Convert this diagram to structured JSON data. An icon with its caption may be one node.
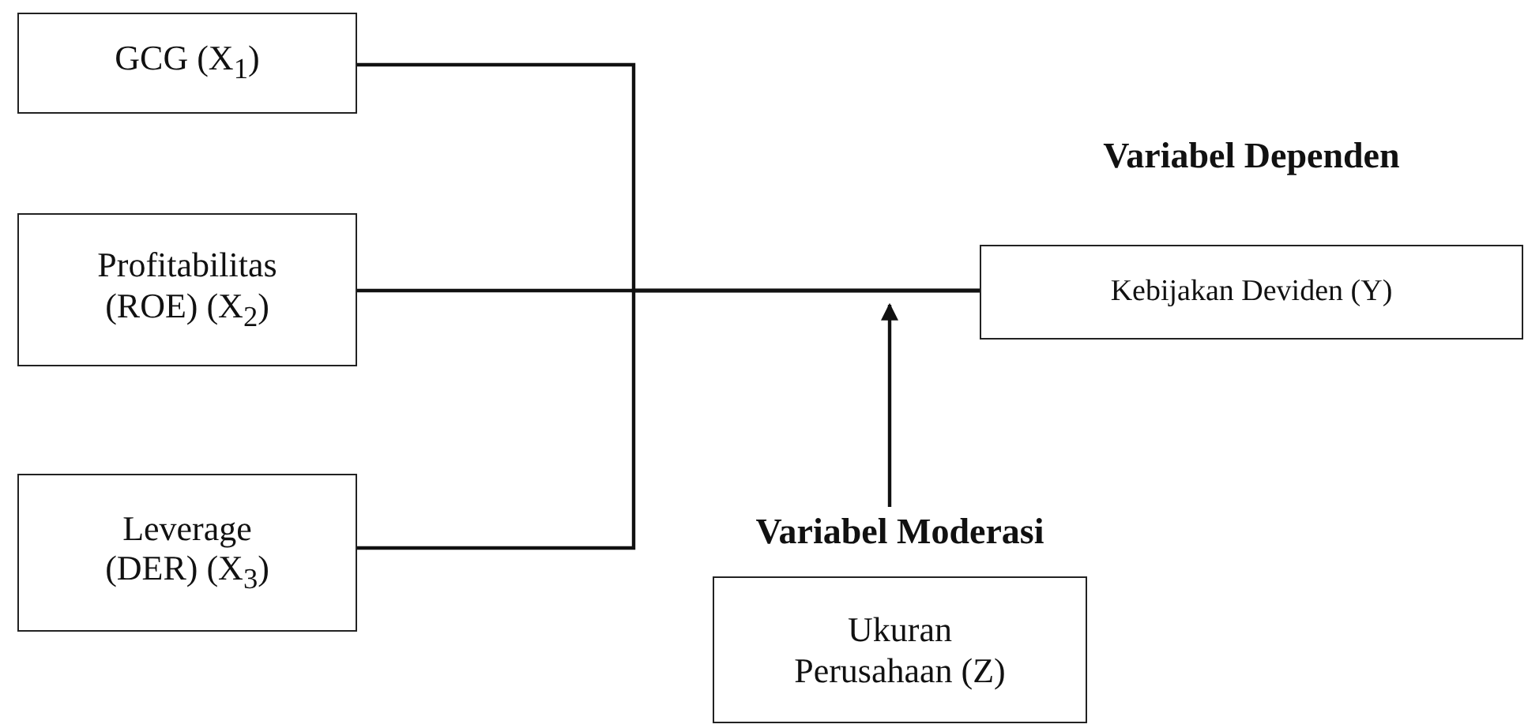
{
  "diagram": {
    "nodes": [
      {
        "text": [
          "GCG (X$_{1}$)"
        ]
      },
      {
        "text": [
          "Profitabilitas (ROE) (X$_{2}$)"
        ]
      },
      {
        "text": [
          "Leverage (DER) (X$_{3}$)"
        ]
      },
      {
        "text": [
          "Variabel Dependen",
          "Kebijakan Deviden (Y)"
        ]
      },
      {
        "text": [
          "Variabel Moderasi",
          "Ukuran Perusahaan (Z)"
        ]
      }
    ],
    "edges": [
      {
        "from": 0,
        "to": 3,
        "arrow": "none"
      },
      {
        "from": 1,
        "to": 3,
        "arrow": "none"
      },
      {
        "from": 2,
        "to": 3,
        "arrow": "none"
      },
      {
        "from": 4,
        "to": null,
        "arrow": "to"
      }
    ]
  }
}
